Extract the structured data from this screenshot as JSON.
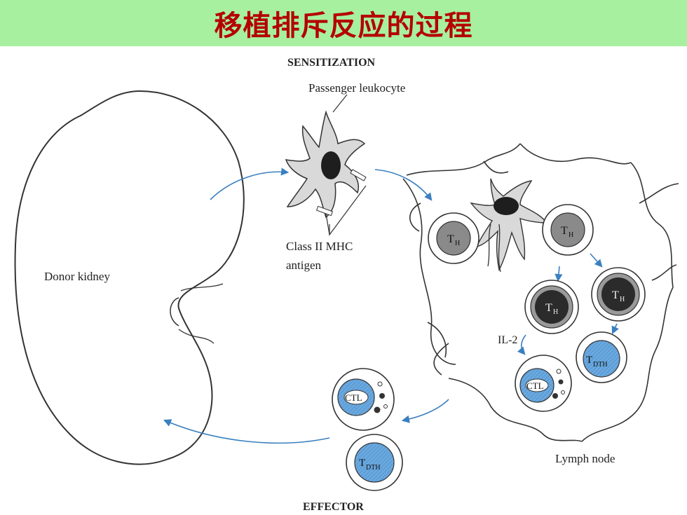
{
  "title": "移植排斥反应的过程",
  "labels": {
    "sensitization": "SENSITIZATION",
    "passenger_leukocyte": "Passenger leukocyte",
    "class_ii_mhc_line1": "Class II MHC",
    "class_ii_mhc_line2": "antigen",
    "donor_kidney": "Donor kidney",
    "il2": "IL-2",
    "lymph_node": "Lymph node",
    "effector": "EFFECTOR"
  },
  "cells": {
    "th": "T",
    "th_sub": "H",
    "ctl": "CTL",
    "tdth": "T",
    "tdth_sub": "DTH"
  },
  "colors": {
    "title_bg": "#a6f0a0",
    "title_text": "#b50000",
    "arrow": "#3a7fc0",
    "cell_blue": "#6aa9e0",
    "cell_dark": "#2b2b2b",
    "cell_gray": "#8a8a8a"
  }
}
